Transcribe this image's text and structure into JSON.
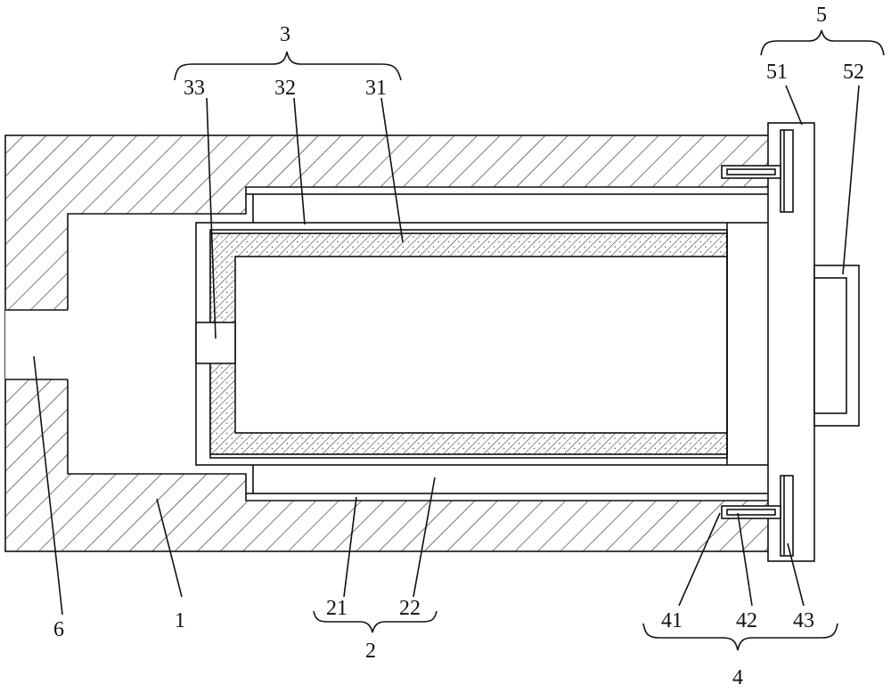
{
  "labels": {
    "l1": "1",
    "l2": "2",
    "l21": "21",
    "l22": "22",
    "l3": "3",
    "l31": "31",
    "l32": "32",
    "l33": "33",
    "l4": "4",
    "l41": "41",
    "l42": "42",
    "l43": "43",
    "l5": "5",
    "l51": "51",
    "l52": "52",
    "l6": "6"
  }
}
